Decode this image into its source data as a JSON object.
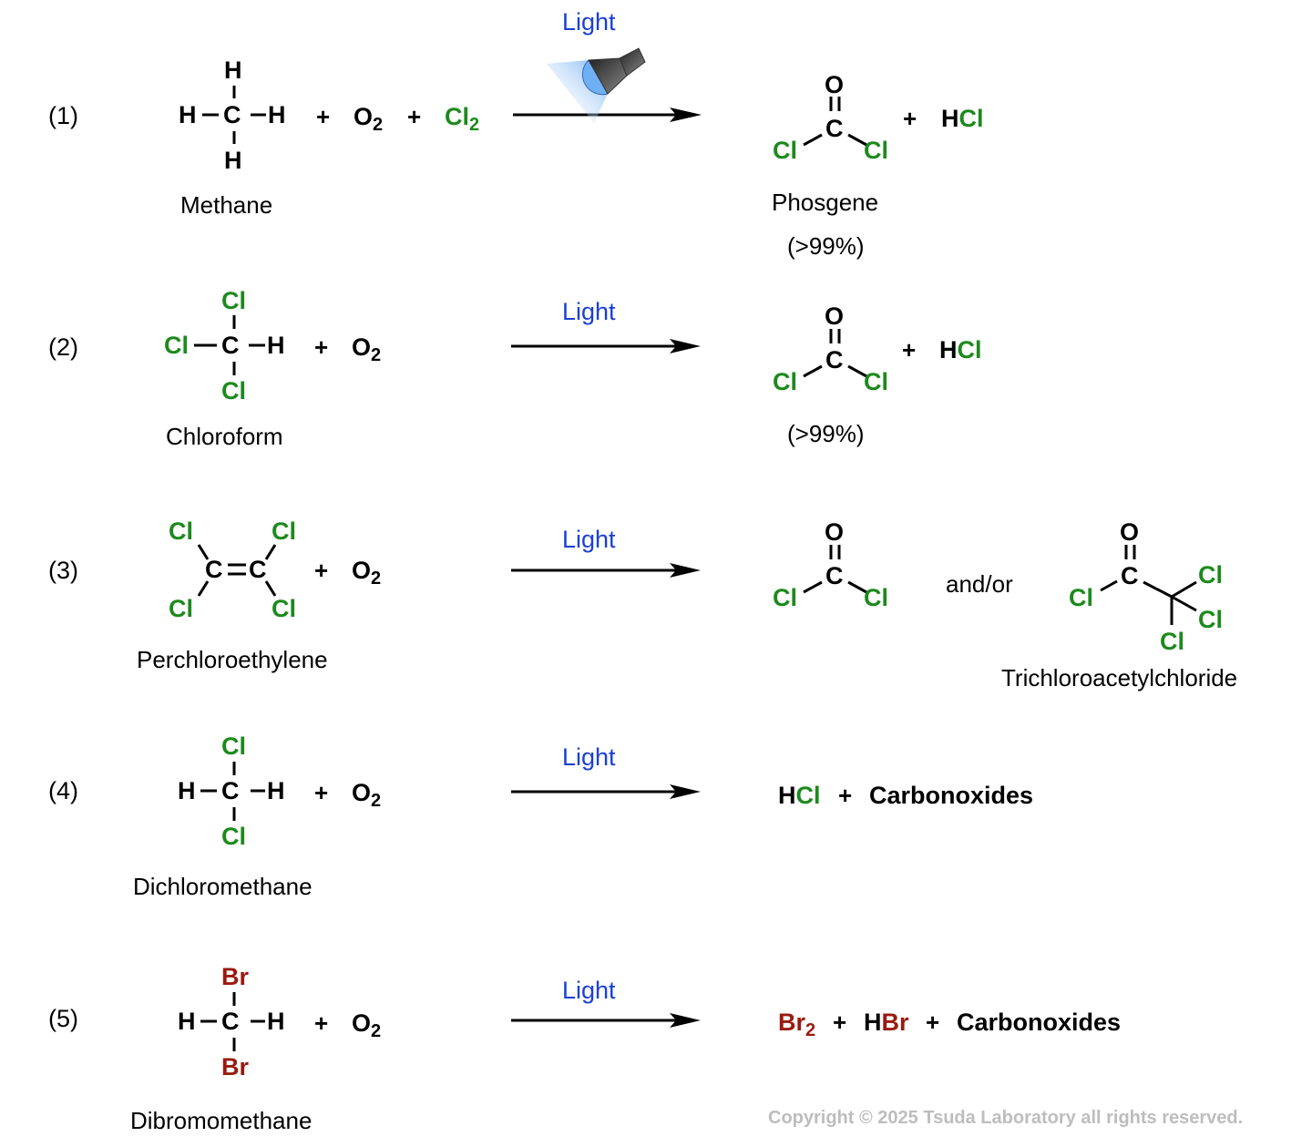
{
  "colors": {
    "chlorine": "#1c8a1c",
    "bromine": "#9a1a10",
    "light_label": "#1a3fd6",
    "copyright": "#bdbdbd"
  },
  "reactions": [
    {
      "number": "(1)",
      "condition": "Light",
      "condition_icon": "flashlight-icon",
      "reactant_name": "Methane",
      "reactant_atoms": {
        "center": "C",
        "top": "H",
        "bottom": "H",
        "left": "H",
        "right": "H"
      },
      "coreactants": [
        "O",
        "Cl"
      ],
      "coreactant_subscripts": [
        "2",
        "2"
      ],
      "product_atoms": {
        "center": "C",
        "top": "O",
        "left": "Cl",
        "right": "Cl"
      },
      "product_name": "Phosgene",
      "product_yield": "(>99%)",
      "byproduct": {
        "h": "H",
        "x": "Cl"
      }
    },
    {
      "number": "(2)",
      "condition": "Light",
      "reactant_name": "Chloroform",
      "reactant_atoms": {
        "center": "C",
        "top": "Cl",
        "bottom": "Cl",
        "left": "Cl",
        "right": "H"
      },
      "coreactants": [
        "O"
      ],
      "coreactant_subscripts": [
        "2"
      ],
      "product_atoms": {
        "center": "C",
        "top": "O",
        "left": "Cl",
        "right": "Cl"
      },
      "product_yield": "(>99%)",
      "byproduct": {
        "h": "H",
        "x": "Cl"
      }
    },
    {
      "number": "(3)",
      "condition": "Light",
      "reactant_name": "Perchloroethylene",
      "reactant_atoms": {
        "c1": "C",
        "c2": "C",
        "tl": "Cl",
        "tr": "Cl",
        "bl": "Cl",
        "br": "Cl"
      },
      "coreactants": [
        "O"
      ],
      "coreactant_subscripts": [
        "2"
      ],
      "product_atoms": {
        "center": "C",
        "top": "O",
        "left": "Cl",
        "right": "Cl"
      },
      "connector": "and/or",
      "product2_atoms": {
        "center": "C",
        "top": "O",
        "left": "Cl",
        "cl_a": "Cl",
        "cl_b": "Cl",
        "cl_c": "Cl"
      },
      "product2_name": "Trichloroacetylchloride"
    },
    {
      "number": "(4)",
      "condition": "Light",
      "reactant_name": "Dichloromethane",
      "reactant_atoms": {
        "center": "C",
        "top": "Cl",
        "bottom": "Cl",
        "left": "H",
        "right": "H"
      },
      "coreactants": [
        "O"
      ],
      "coreactant_subscripts": [
        "2"
      ],
      "products": {
        "h": "H",
        "x": "Cl",
        "other": "Carbonoxides"
      }
    },
    {
      "number": "(5)",
      "condition": "Light",
      "reactant_name": "Dibromomethane",
      "reactant_atoms": {
        "center": "C",
        "top": "Br",
        "bottom": "Br",
        "left": "H",
        "right": "H"
      },
      "coreactants": [
        "O"
      ],
      "coreactant_subscripts": [
        "2"
      ],
      "products": {
        "x2": "Br",
        "x2_sub": "2",
        "h": "H",
        "x": "Br",
        "other": "Carbonoxides"
      }
    }
  ],
  "plus_sign": "+",
  "copyright": "Copyright © 2025  Tsuda Laboratory all rights reserved."
}
